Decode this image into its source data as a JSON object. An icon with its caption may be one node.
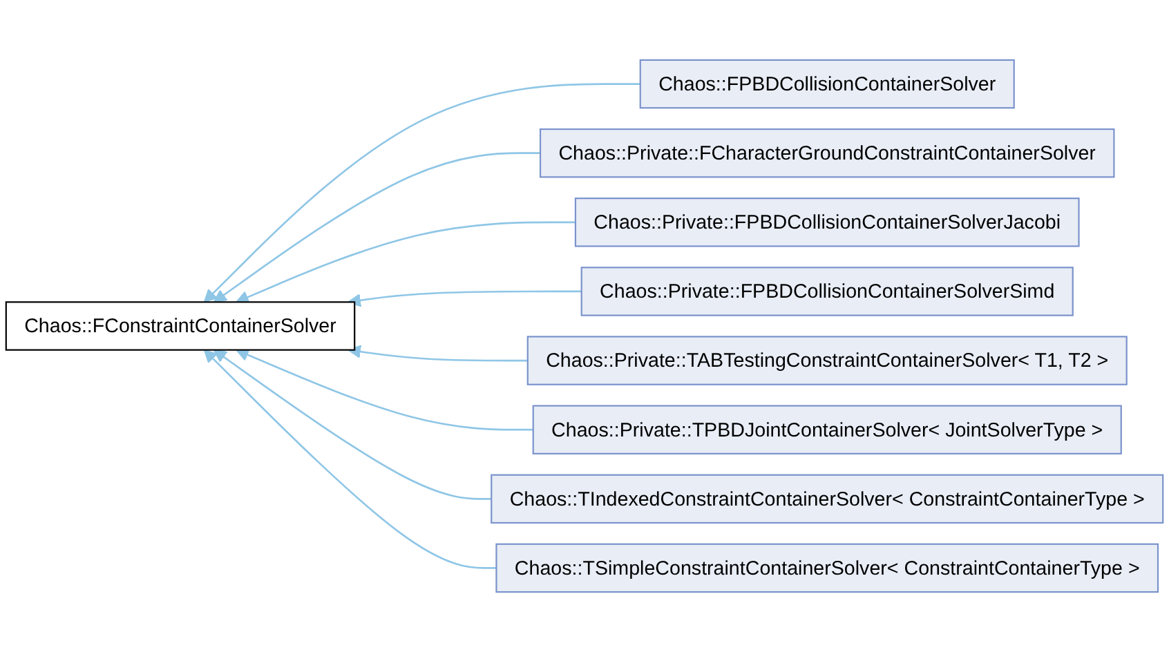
{
  "diagram": {
    "nodes": [
      {
        "text": [
          "Chaos::FConstraintContainerSolver"
        ]
      },
      {
        "text": [
          "Chaos::FPBDCollisionContainerSolver"
        ]
      },
      {
        "text": [
          "Chaos::Private::FCharacterGroundConstraintContainerSolver"
        ]
      },
      {
        "text": [
          "Chaos::Private::FPBDCollisionContainerSolverJacobi"
        ]
      },
      {
        "text": [
          "Chaos::Private::FPBDCollisionContainerSolverSimd"
        ]
      },
      {
        "text": [
          "Chaos::Private::TABTestingConstraintContainerSolver< T1, T2 >"
        ]
      },
      {
        "text": [
          "Chaos::Private::TPBDJointContainerSolver< JointSolverType >"
        ]
      },
      {
        "text": [
          "Chaos::TIndexedConstraintContainerSolver< ConstraintContainerType >"
        ]
      },
      {
        "text": [
          "Chaos::TSimpleConstraintContainerSolver< ConstraintContainerType >"
        ]
      }
    ],
    "edges": [
      {
        "from": 1,
        "to": 0,
        "arrow": "to"
      },
      {
        "from": 2,
        "to": 0,
        "arrow": "to"
      },
      {
        "from": 3,
        "to": 0,
        "arrow": "to"
      },
      {
        "from": 4,
        "to": 0,
        "arrow": "to"
      },
      {
        "from": 5,
        "to": 0,
        "arrow": "to"
      },
      {
        "from": 6,
        "to": 0,
        "arrow": "to"
      },
      {
        "from": 7,
        "to": 0,
        "arrow": "to"
      },
      {
        "from": 8,
        "to": 0,
        "arrow": "to"
      }
    ]
  }
}
